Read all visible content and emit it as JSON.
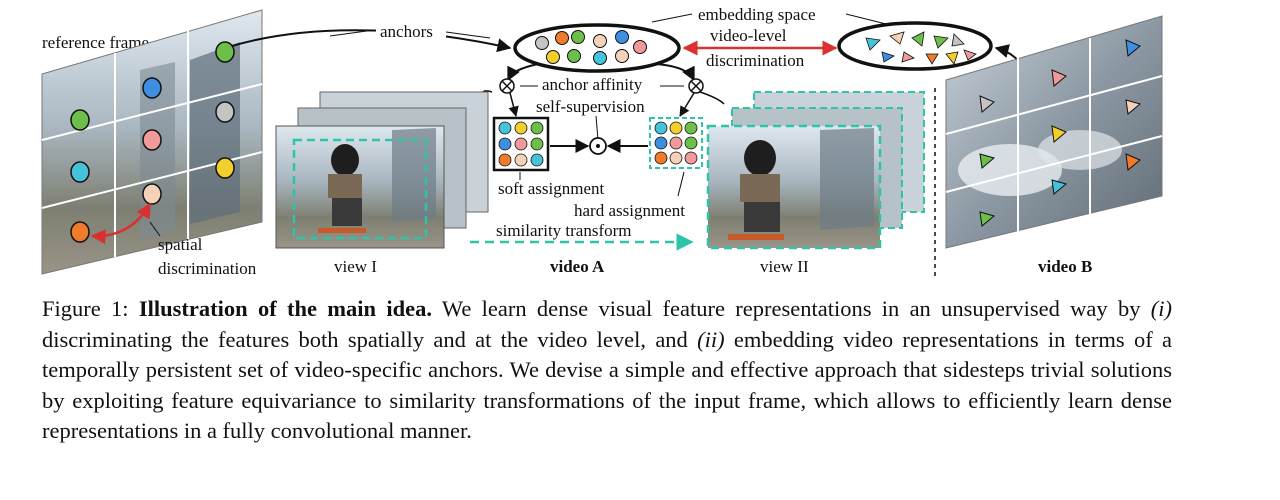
{
  "figure": {
    "labels": {
      "reference_frame": "reference frame",
      "anchors": "anchors",
      "embedding_space": "embedding space",
      "video_level": "video-level",
      "discrimination": "discrimination",
      "anchor_affinity": "anchor affinity",
      "self_supervision": "self-supervision",
      "soft_assignment": "soft assignment",
      "hard_assignment": "hard assignment",
      "similarity_transform": "similarity transform",
      "spatial": "spatial",
      "spatial_discrimination": "discrimination",
      "view_1": "view I",
      "video_a": "video A",
      "view_2": "view II",
      "video_b": "video B"
    },
    "colors": {
      "teal_dashed": "#2ec4a8",
      "red_arrow": "#d93030",
      "dot_green": "#6cc04a",
      "dot_blue": "#3f8fe0",
      "dot_pink": "#f29a9a",
      "dot_peach": "#f5d2b8",
      "dot_yellow": "#f2cf2a",
      "dot_orange": "#f07b2a",
      "dot_cyan": "#46c2da",
      "dot_gray": "#c4c4c4"
    }
  },
  "caption": {
    "prefix": "Figure 1:",
    "title": "Illustration of the main idea.",
    "t1": " We learn dense visual feature representations in an unsupervised way by ",
    "i": "(i)",
    "t2": " discriminating the features both spatially and at the video level, and ",
    "ii": "(ii)",
    "t3": " embedding video representations in terms of a temporally persistent set of video-specific anchors. We devise a simple and effective approach that sidesteps trivial solutions by exploiting feature equivariance to similarity transformations of the input frame, which allows to efficiently learn dense representations in a fully convolutional manner."
  }
}
